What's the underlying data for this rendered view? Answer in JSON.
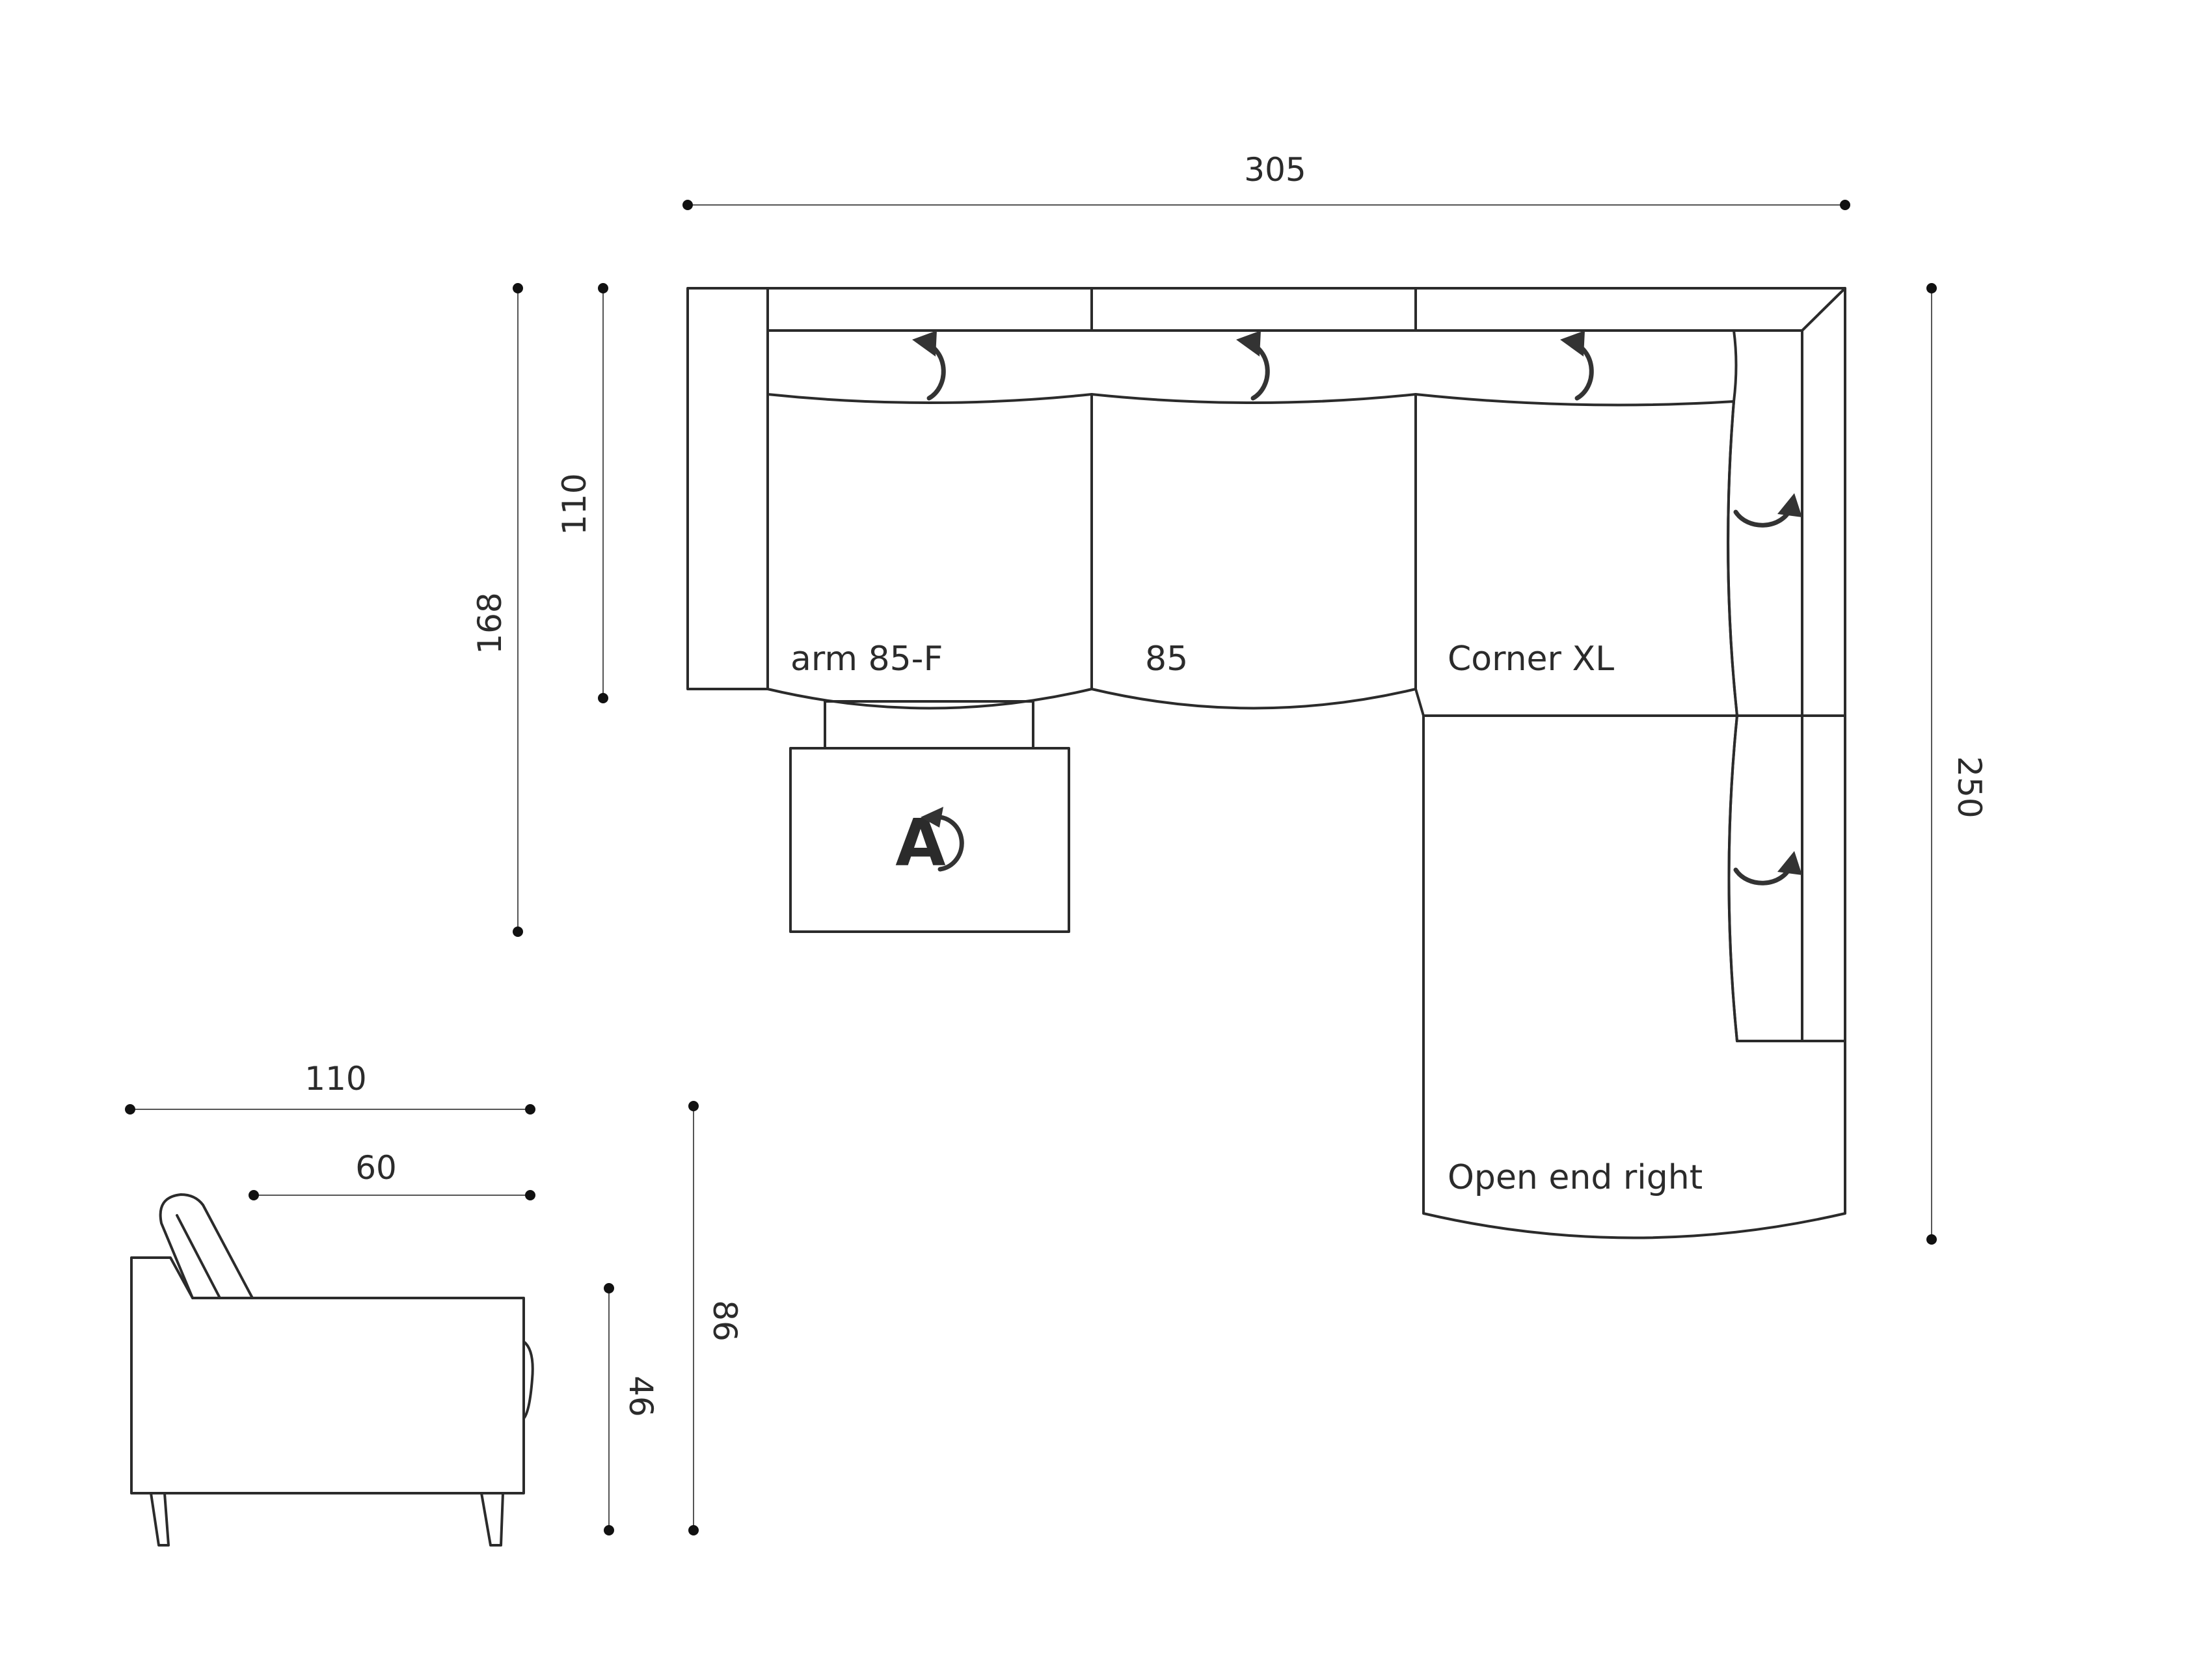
{
  "dimensions": {
    "total_width": "305",
    "left_depth": "168",
    "seat_depth": "110",
    "right_depth": "250",
    "side_depth": "110",
    "side_seat_depth": "60",
    "side_height": "86",
    "side_seat_height": "46"
  },
  "segments": {
    "arm": "arm 85-F",
    "middle": "85",
    "corner": "Corner XL",
    "open_end": "Open end right"
  },
  "footstool": {
    "symbol": "A"
  },
  "colors": {
    "line": "#2b2b2b",
    "dimension_line": "#555555",
    "background": "#ffffff"
  }
}
